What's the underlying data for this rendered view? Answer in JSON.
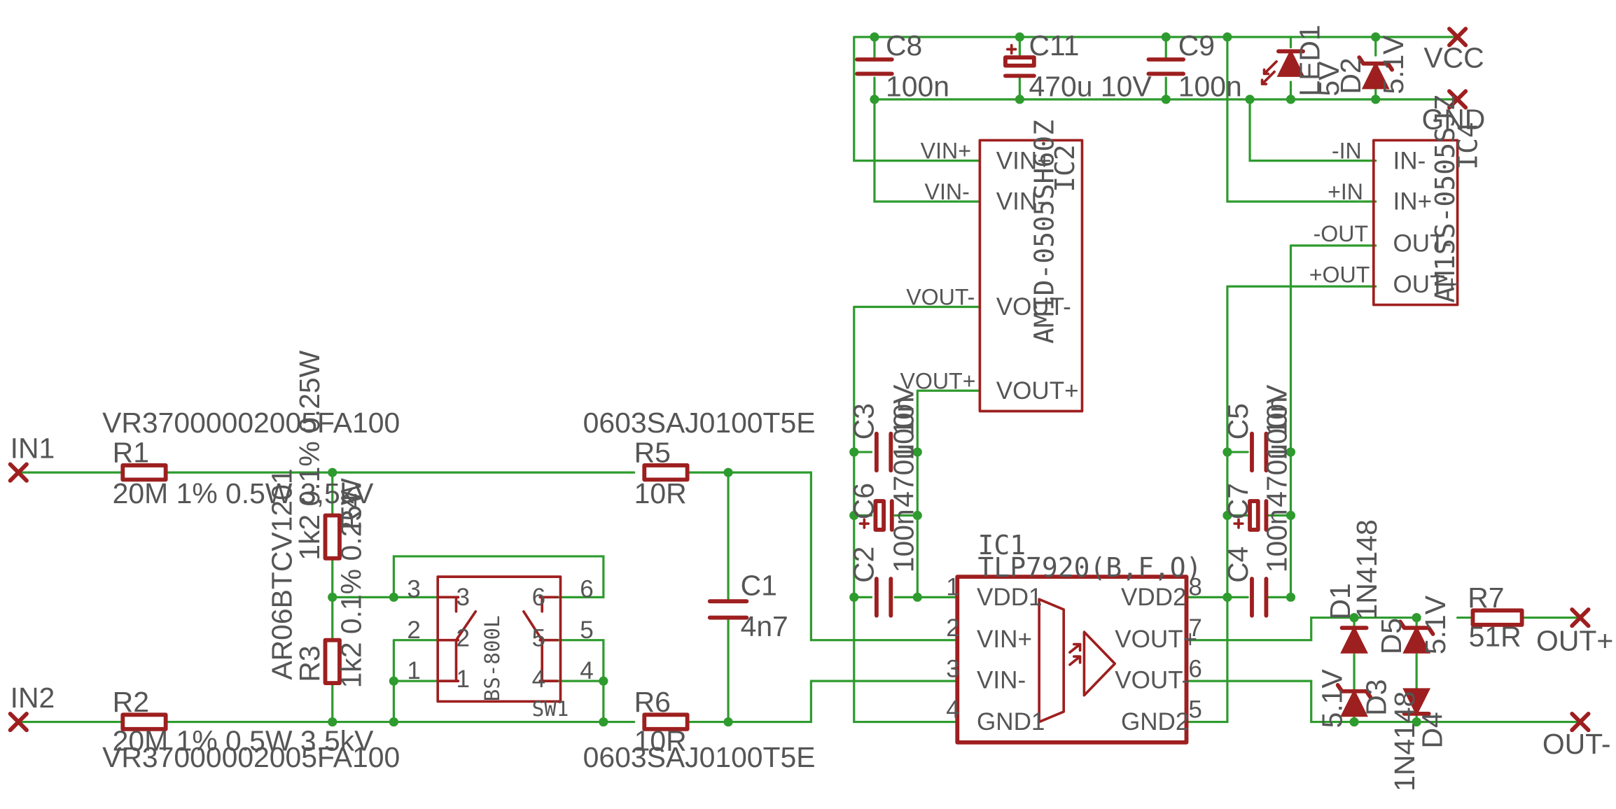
{
  "ports": {
    "in1": "IN1",
    "in2": "IN2",
    "vcc": "VCC",
    "gnd": "GND",
    "out_plus": "OUT+",
    "out_minus": "OUT-"
  },
  "resistors": {
    "r1": {
      "name": "R1",
      "value": "20M 1% 0.5W 3,5kV",
      "part": "VR37000002005FA100"
    },
    "r2": {
      "name": "R2",
      "value": "20M 1% 0.5W 3,5kV",
      "part": "VR37000002005FA100"
    },
    "r3": {
      "name": "R3",
      "value": "1k2 0.1% 0.25W"
    },
    "r4": {
      "name": "R4",
      "value": "1k2 0.1% 0.25W"
    },
    "r34_part": "AR06BTCV1201",
    "r5": {
      "name": "R5",
      "value": "10R",
      "part": "0603SAJ0100T5E"
    },
    "r6": {
      "name": "R6",
      "value": "10R",
      "part": "0603SAJ0100T5E"
    },
    "r7": {
      "name": "R7",
      "value": "51R"
    }
  },
  "capacitors": {
    "c1": {
      "name": "C1",
      "value": "4n7"
    },
    "c2": {
      "name": "C2",
      "value": "100n"
    },
    "c3": {
      "name": "C3",
      "value": "100n"
    },
    "c4": {
      "name": "C4",
      "value": "100n"
    },
    "c5": {
      "name": "C5",
      "value": "100n"
    },
    "c6": {
      "name": "C6",
      "value": "470u 10V"
    },
    "c7": {
      "name": "C7",
      "value": "470u 10V"
    },
    "c8": {
      "name": "C8",
      "value": "100n"
    },
    "c9": {
      "name": "C9",
      "value": "100n"
    },
    "c11": {
      "name": "C11",
      "value": "470u 10V"
    }
  },
  "diodes": {
    "d1": {
      "name": "D1",
      "value": "1N4148"
    },
    "d2": {
      "name": "D2",
      "value": "5.1V"
    },
    "d3": {
      "name": "D3",
      "value": "5.1V"
    },
    "d4": {
      "name": "D4",
      "value": "1N4148"
    },
    "d5": {
      "name": "D5",
      "value": "5.1V"
    },
    "led1": {
      "name": "LED1",
      "value": "5V"
    }
  },
  "switch": {
    "name": "SW1",
    "part": "BS-800L",
    "pins_left": [
      "3",
      "2",
      "1"
    ],
    "pins_right": [
      "6",
      "5",
      "4"
    ]
  },
  "ic1": {
    "name": "IC1",
    "part": "TLP7920(B,F,O)",
    "pins_left": [
      {
        "num": "1",
        "name": "VDD1"
      },
      {
        "num": "2",
        "name": "VIN+"
      },
      {
        "num": "3",
        "name": "VIN-"
      },
      {
        "num": "4",
        "name": "GND1"
      }
    ],
    "pins_right": [
      {
        "num": "8",
        "name": "VDD2"
      },
      {
        "num": "7",
        "name": "VOUT+"
      },
      {
        "num": "6",
        "name": "VOUT-"
      },
      {
        "num": "5",
        "name": "GND2"
      }
    ]
  },
  "ic2": {
    "name": "IC2",
    "part": "AM1D-0505SH60Z",
    "pins": [
      "VIN+",
      "VIN-",
      "VOUT-",
      "VOUT+"
    ],
    "nets": [
      "VIN+",
      "VIN-",
      "VOUT-",
      "VOUT+"
    ]
  },
  "ic4": {
    "name": "IC4",
    "part": "AM1SS-0505SJZ",
    "pins": [
      "IN-",
      "IN+",
      "OUT-",
      "OUT+"
    ],
    "nets": [
      "-IN",
      "+IN",
      "-OUT",
      "+OUT"
    ]
  }
}
